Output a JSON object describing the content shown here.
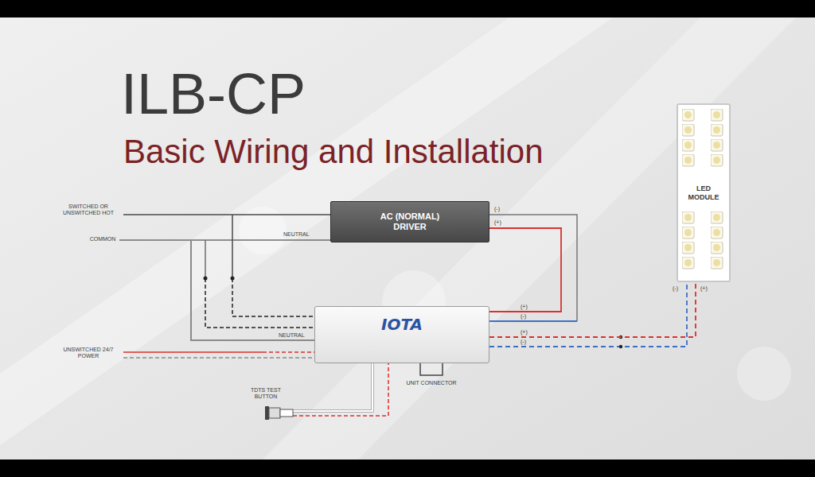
{
  "diagram": {
    "title": "ILB-CP",
    "nodes": [
      {
        "text": [
          "AC (NORMAL) DRIVER"
        ]
      },
      {
        "text": [
          "IOTA"
        ]
      },
      {
        "text": [
          "LED MODULE"
        ]
      }
    ],
    "edges": [
      {
        "from": 0,
        "to": 1,
        "arrow": "none"
      },
      {
        "from": 1,
        "to": 2,
        "arrow": "none"
      }
    ],
    "labels": [
      "Basic Wiring and Installation",
      "SWITCHED OR UNSWITCHED HOT",
      "COMMON",
      "NEUTRAL",
      "(-)",
      "(+)",
      "NEUTRAL",
      "UNSWITCHED 24/7 POWER",
      "(+)",
      "(-)",
      "(+)",
      "(-)",
      "(-)",
      "(+)",
      "TDTS TEST BUTTON",
      "UNIT CONNECTOR"
    ]
  }
}
